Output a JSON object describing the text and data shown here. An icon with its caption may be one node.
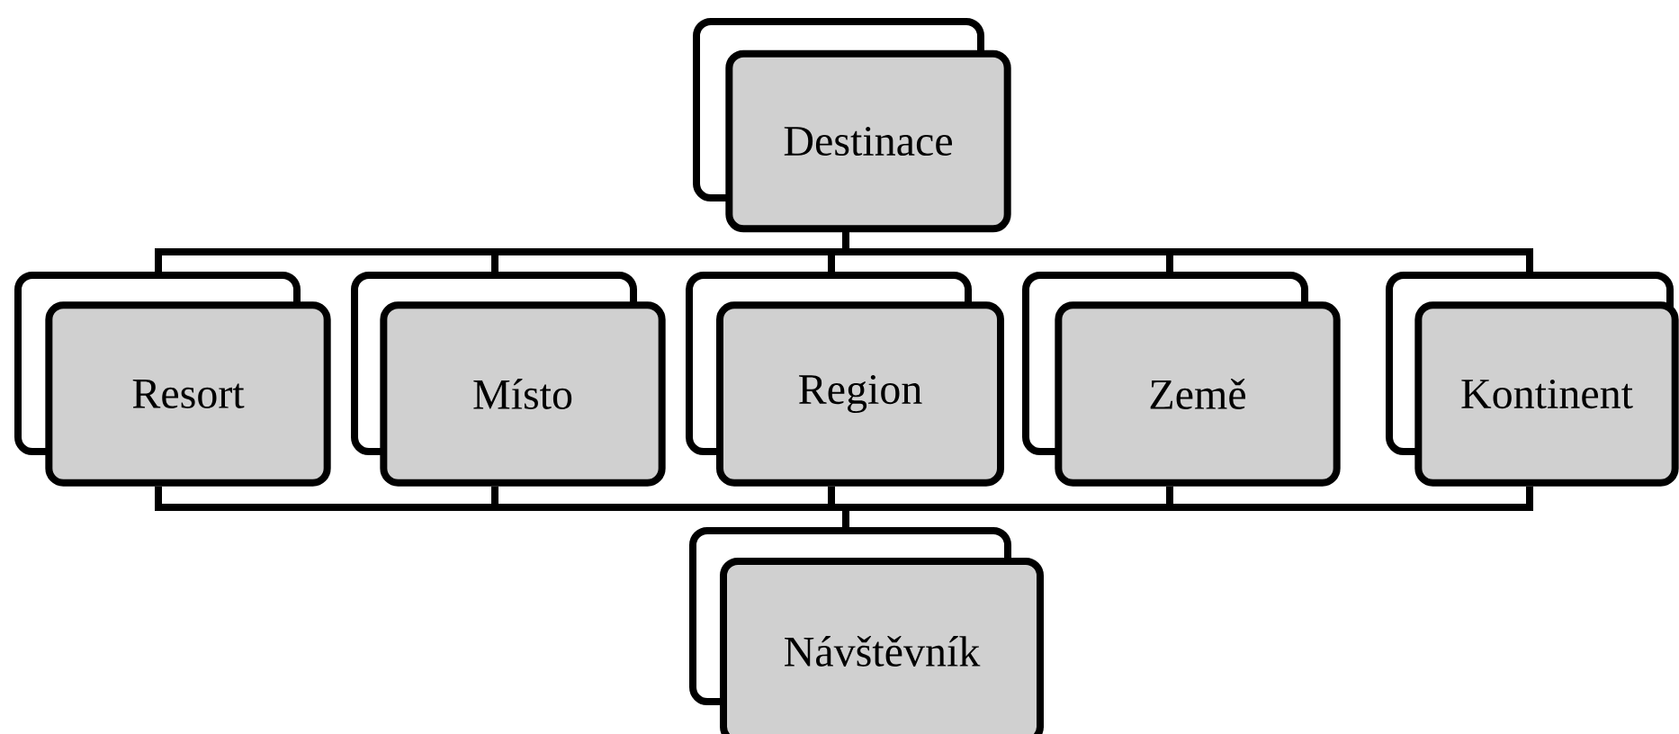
{
  "diagram": {
    "nodes": [
      {
        "text": [
          "Destinace"
        ]
      },
      {
        "text": [
          "Resort"
        ]
      },
      {
        "text": [
          "Místo"
        ]
      },
      {
        "text": [
          "Region"
        ]
      },
      {
        "text": [
          "Země"
        ]
      },
      {
        "text": [
          "Kontinent"
        ]
      },
      {
        "text": [
          "Návštěvník"
        ]
      }
    ],
    "edges": [
      {
        "from": 0,
        "to": 1,
        "arrow": "none"
      },
      {
        "from": 0,
        "to": 2,
        "arrow": "none"
      },
      {
        "from": 0,
        "to": 3,
        "arrow": "none"
      },
      {
        "from": 0,
        "to": 4,
        "arrow": "none"
      },
      {
        "from": 0,
        "to": 5,
        "arrow": "none"
      },
      {
        "from": 1,
        "to": 6,
        "arrow": "none"
      },
      {
        "from": 2,
        "to": 6,
        "arrow": "none"
      },
      {
        "from": 3,
        "to": 6,
        "arrow": "none"
      },
      {
        "from": 4,
        "to": 6,
        "arrow": "none"
      },
      {
        "from": 5,
        "to": 6,
        "arrow": "none"
      }
    ]
  }
}
